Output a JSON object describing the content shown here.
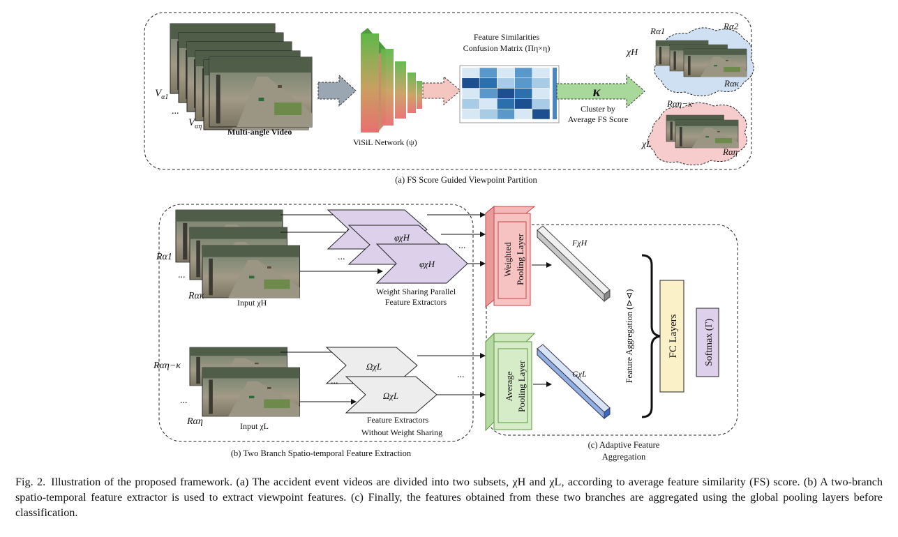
{
  "panel_a": {
    "video_top": "V",
    "video_top_sub": "α1",
    "video_bottom": "V",
    "video_bottom_sub": "αη",
    "video_label": "Multi-angle Video",
    "network_label": "ViSiL Network (ψ)",
    "matrix_title_1": "Feature Similarities",
    "matrix_title_2": "Confusion Matrix (Πη×η)",
    "kappa": "κ",
    "cluster_label_1": "Cluster by",
    "cluster_label_2": "Average FS Score",
    "chi_h": "χH",
    "chi_l": "χL",
    "r_a1": "Rα1",
    "r_a2": "Rα2",
    "r_ak": "Rακ",
    "r_ank": "Rαη−κ",
    "r_an": "Rαη",
    "caption": "(a) FS Score Guided Viewpoint Partition",
    "matrix_colors": [
      "#2c6fad",
      "#a9cce6",
      "#d7e8f4",
      "#5a98c9",
      "#1c4f8f"
    ]
  },
  "panel_b": {
    "r_a1": "Rα1",
    "r_ak": "Rακ",
    "input_h": "Input χH",
    "phi": "φχH",
    "weight_sharing_1": "Weight Sharing Parallel",
    "weight_sharing_2": "Feature Extractors",
    "r_ank": "Rαη−κ",
    "r_an": "Rαη",
    "input_l": "Input χL",
    "omega": "ΩχL",
    "no_share_1": "Feature Extractors",
    "no_share_2": "Without Weight Sharing",
    "caption": "(b) Two Branch Spatio-temporal Feature Extraction",
    "dots": "..."
  },
  "panel_c": {
    "weighted_1": "Weighted",
    "weighted_2": "Pooling Layer",
    "average_1": "Average",
    "average_2": "Pooling Layer",
    "f_label": "FχH",
    "g_label": "GχL",
    "aggregation": "Feature Aggregation (⊳⊲)",
    "fc": "FC Layers",
    "softmax": "Softmax (Γ)",
    "caption_1": "(c) Adaptive Feature",
    "caption_2": "Aggregation"
  },
  "caption": {
    "label": "Fig. 2.",
    "text": "Illustration of the proposed framework. (a) The accident event videos are divided into two subsets, χH and χL, according to average feature similarity (FS) score. (b) A two-branch spatio-temporal feature extractor is used to extract viewpoint features. (c) Finally, the features obtained from these two branches are aggregated using the global pooling layers before classification."
  }
}
